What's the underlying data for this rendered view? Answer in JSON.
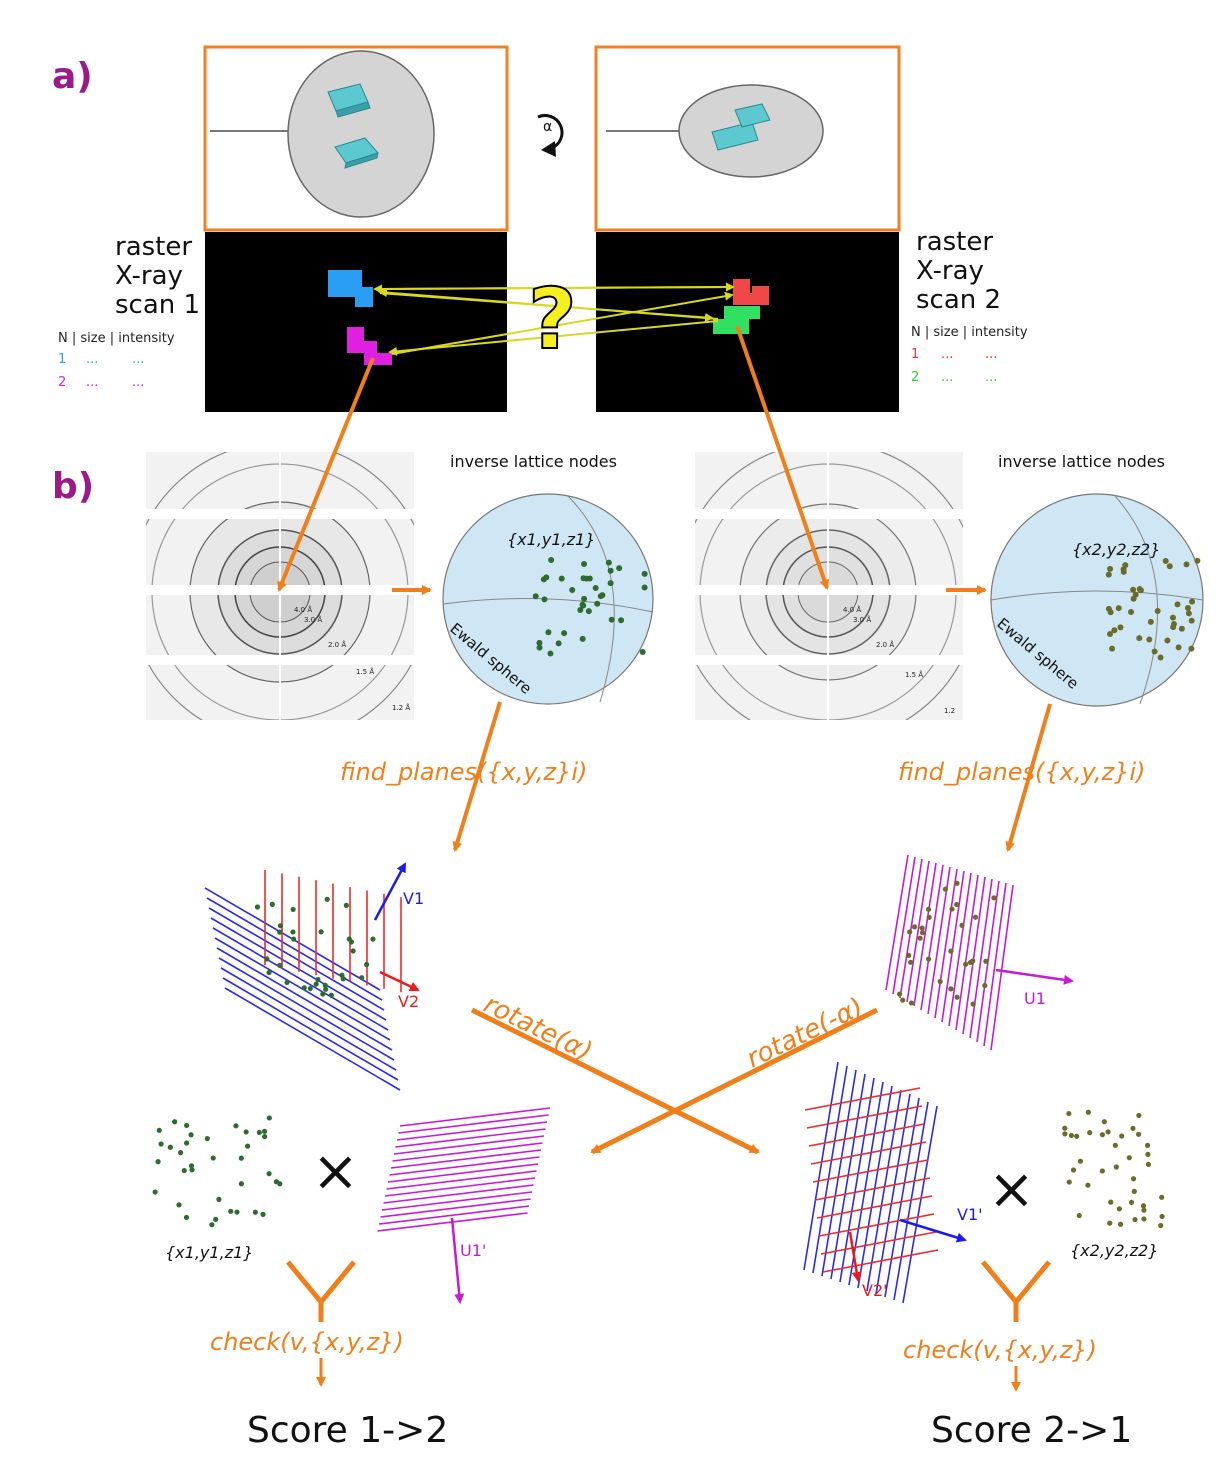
{
  "panel_labels": {
    "a": "a)",
    "b": "b)"
  },
  "scan1": {
    "label_lines": [
      "raster",
      "X-ray",
      "scan 1"
    ],
    "table_header": "N | size | intensity",
    "rows": [
      {
        "n": "1",
        "size": "...",
        "intensity": "...",
        "color": "#2a9df4"
      },
      {
        "n": "2",
        "size": "...",
        "intensity": "...",
        "color": "#e020e0"
      }
    ]
  },
  "scan2": {
    "label_lines": [
      "raster",
      "X-ray",
      "scan 2"
    ],
    "table_header": "N | size | intensity",
    "rows": [
      {
        "n": "1",
        "size": "...",
        "intensity": "...",
        "color": "#f03030"
      },
      {
        "n": "2",
        "size": "...",
        "intensity": "...",
        "color": "#30e030"
      }
    ]
  },
  "rotation_symbol": "α",
  "question_mark": "?",
  "diffraction": {
    "resolution_labels": [
      "4.0 Å",
      "3.0 Å",
      "2.0 Å",
      "1.5 Å",
      "1.2 Å"
    ],
    "resolution_labels_right": [
      "4.0 Å",
      "3.0 Å",
      "2.0 Å",
      "1.5 Å",
      "1.2"
    ]
  },
  "sphere_left": {
    "title": "inverse lattice nodes",
    "coord": "{x1,y1,z1}",
    "ewald": "Ewald sphere"
  },
  "sphere_right": {
    "title": "inverse lattice nodes",
    "coord": "{x2,y2,z2}",
    "ewald": "Ewald sphere"
  },
  "find_planes_left": "find_planes({x,y,z}i)",
  "find_planes_right": "find_planes({x,y,z}i)",
  "vectors": {
    "v1": "V1",
    "v2": "V2",
    "u1": "U1",
    "u1p": "U1'",
    "v1p": "V1'",
    "v2p": "V2'"
  },
  "rotate_left": "rotate(α)",
  "rotate_right": "rotate(-α)",
  "times": "×",
  "coord_left_bottom": "{x1,y1,z1}",
  "coord_right_bottom": "{x2,y2,z2}",
  "check_left": "check(v,{x,y,z})",
  "check_right": "check(v,{x,y,z})",
  "score_left": "Score 1->2",
  "score_right": "Score 2->1",
  "colors": {
    "orange": "#f07f1a",
    "panel_label": "#9b1a8a",
    "green_dots": "#2e6b2e",
    "olive_dots": "#6b6b2a"
  }
}
